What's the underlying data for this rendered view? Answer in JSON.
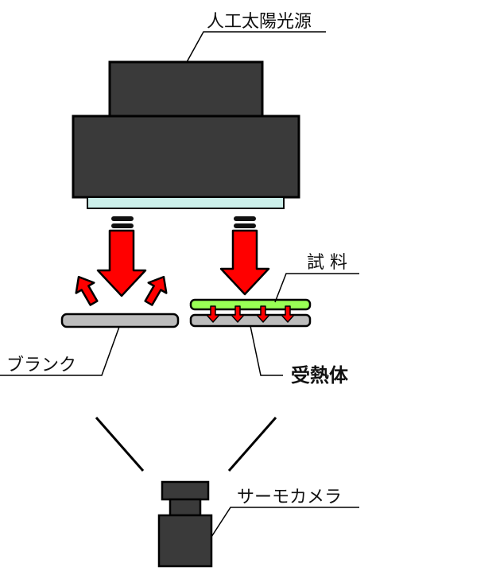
{
  "labels": {
    "light_source": "人工太陽光源",
    "sample": "試 料",
    "blank": "ブランク",
    "heat_receiver": "受熱体",
    "thermo_camera": "サーモカメラ"
  },
  "colors": {
    "housing": "#3a3a3a",
    "outline": "#000000",
    "filter_glass": "#ccefea",
    "arrow_red": "#ff0000",
    "blank_plate": "#bcbcbc",
    "sample_layer": "#99ff55",
    "receiver_plate": "#bcbcbc",
    "lens_rings": "#111111"
  }
}
